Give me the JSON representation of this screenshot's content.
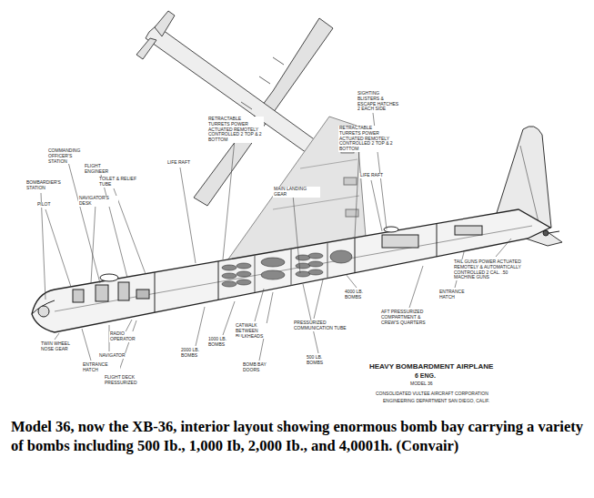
{
  "diagram": {
    "caption": "Model 36, now the XB-36, interior layout showing enormous bomb bay carrying a variety of bombs including 500 Ib., 1,000 Ib, 2,000 Ib., and 4,0001h. (Convair)",
    "labels": [
      "SIGHTING BLISTERS & ESCAPE HATCHES 2 EACH SIDE",
      "RETRACTABLE TURRETS POWER ACTUATED REMOTELY CONTROLLED 2 TOP & 2 BOTTOM",
      "RETRACTABLE TURRETS POWER ACTUATED REMOTELY CONTROLLED 2 TOP & 2 BOTTOM",
      "LIFE RAFT",
      "MAIN LANDING GEAR",
      "LIFE RAFT",
      "COMMANDING OFFICER'S STATION",
      "FLIGHT ENGINEER",
      "TOILET & RELIEF TUBE",
      "BOMBARDIER'S STATION",
      "NAVIGATOR'S DESK",
      "PILOT",
      "TAIL GUNS POWER ACTUATED REMOTELY & AUTOMATICALLY CONTROLLED 2 CAL. .50 MACHINE GUNS",
      "ENTRANCE HATCH",
      "AFT PRESSURIZED COMPARTMENT & CREW'S QUARTERS",
      "4000 LB. BOMBS",
      "PRESSURIZED COMMUNICATION TUBE",
      "CATWALK BETWEEN BULKHEADS",
      "1000 LB. BOMBS",
      "2000 LB. BOMBS",
      "500 LB. BOMBS",
      "BOMB BAY DOORS",
      "RADIO OPERATOR",
      "NAVIGATOR",
      "ENTRANCE HATCH",
      "TWIN WHEEL NOSE GEAR",
      "FLIGHT DECK PRESSURIZED",
      "HEAVY BOMBARDMENT AIRPLANE",
      "6 ENG.",
      "MODEL 36",
      "CONSOLIDATED VULTEE AIRCRAFT CORPORATION",
      "ENGINEERING DEPARTMENT SAN DIEGO, CALIF."
    ]
  }
}
